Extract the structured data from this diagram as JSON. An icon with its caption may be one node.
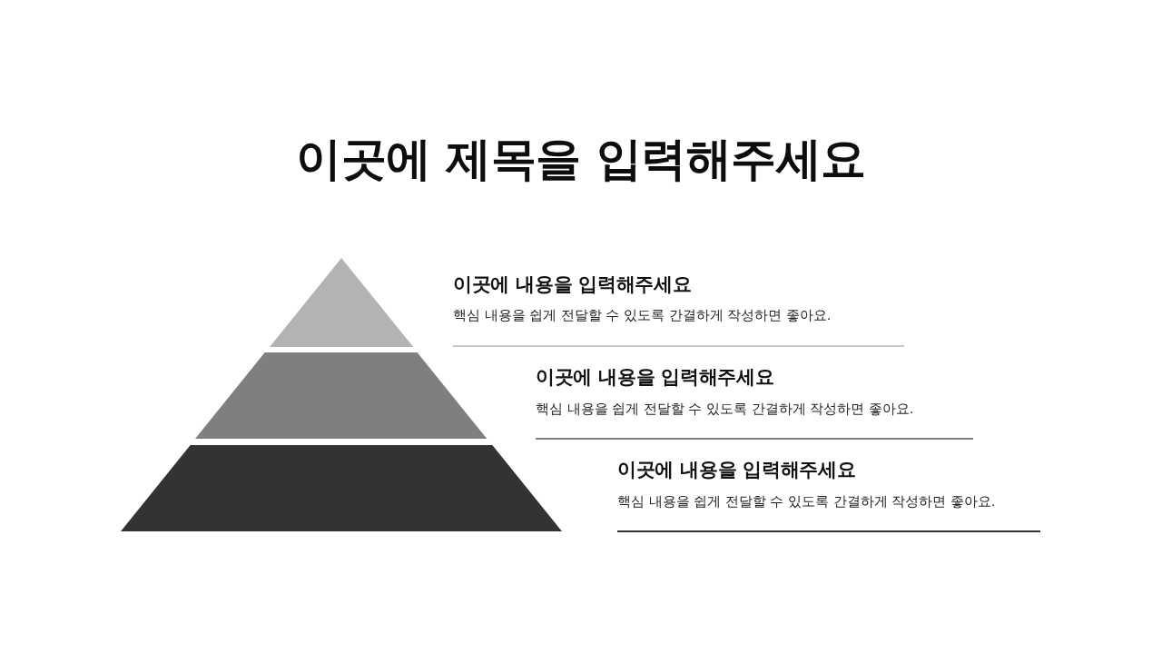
{
  "diagram": {
    "title": "이곳에 제목을 입력해주세요",
    "nodes": [
      {
        "text": [],
        "shape": "triangle",
        "beside": [
          "이곳에 내용을 입력해주세요",
          "핵심 내용을 쉽게 전달할 수 있도록 간결하게 작성하면 좋아요."
        ]
      },
      {
        "text": [],
        "shape": "trapezoid",
        "beside": [
          "이곳에 내용을 입력해주세요",
          "핵심 내용을 쉽게 전달할 수 있도록 간결하게 작성하면 좋아요."
        ]
      },
      {
        "text": [],
        "shape": "trapezoid",
        "beside": [
          "이곳에 내용을 입력해주세요",
          "핵심 내용을 쉽게 전달할 수 있도록 간결하게 작성하면 좋아요."
        ]
      }
    ]
  }
}
